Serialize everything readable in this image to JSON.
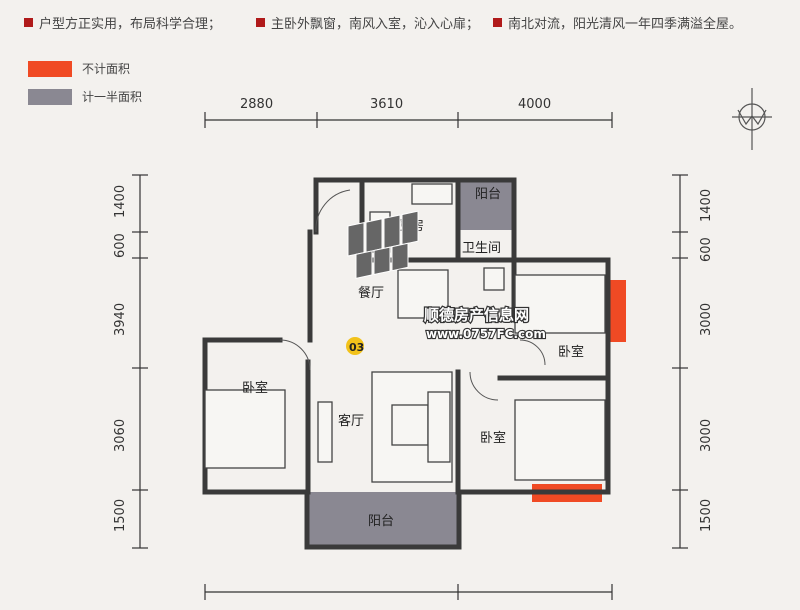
{
  "features": [
    "户型方正实用，布局科学合理；",
    "主卧外飘窗，南风入室，沁入心扉；",
    "南北对流，阳光清风一年四季满溢全屋。"
  ],
  "legend": [
    {
      "label": "不计面积",
      "color": "#f04a24"
    },
    {
      "label": "计一半面积",
      "color": "#8a8892"
    }
  ],
  "dimensions": {
    "top": [
      "2880",
      "3610",
      "4000"
    ],
    "left": [
      "1400",
      "600",
      "3940",
      "3060",
      "1500"
    ],
    "right": [
      "1400",
      "600",
      "3000",
      "3000",
      "1500"
    ]
  },
  "rooms": {
    "kitchen": "厨房",
    "balcony_north": "阳台",
    "bathroom": "卫生间",
    "dining": "餐厅",
    "bedroom_master": "卧室",
    "bedroom_left": "卧室",
    "bedroom_second": "卧室",
    "living": "客厅",
    "balcony_south": "阳台"
  },
  "watermark": {
    "name": "顺德房产信息网",
    "url": "www.0757FC.com",
    "badge": "03"
  },
  "colors": {
    "accent": "#b01a1a",
    "no_area": "#f04a24",
    "half_area": "#8a8892",
    "wall": "#3a3a3a"
  }
}
